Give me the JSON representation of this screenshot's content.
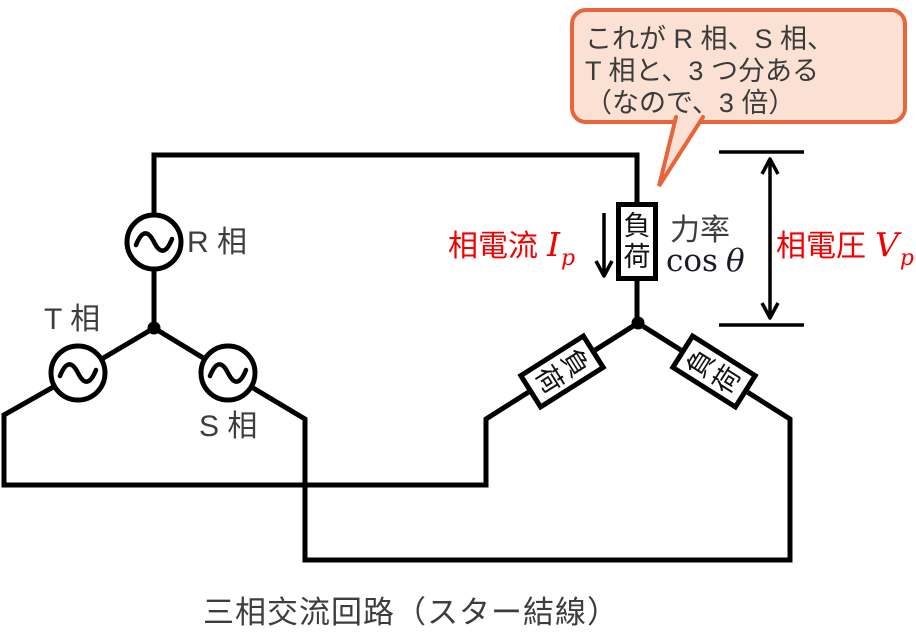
{
  "diagram_title": "三相交流回路（スター結線）",
  "callout": {
    "lines": [
      "これが R 相、S 相、",
      "T 相と、3 つ分ある",
      "（なので、3 倍）"
    ]
  },
  "sources": {
    "r_label": "R 相",
    "t_label": "T 相",
    "s_label": "S 相"
  },
  "loads": {
    "top": "負荷",
    "left": "負荷",
    "right": "負荷"
  },
  "annotations": {
    "phase_current": {
      "label": "相電流",
      "symbol": "I",
      "subscript": "p"
    },
    "power_factor": {
      "label": "力率",
      "function": "cos",
      "angle": "θ"
    },
    "phase_voltage": {
      "label": "相電圧",
      "symbol": "V",
      "subscript": "p"
    }
  },
  "icons": {
    "ac_source": "ac-source-sine-icon",
    "current_arrow": "current-direction-arrow-icon",
    "voltage_dimension": "dimension-double-arrow-icon"
  },
  "colors": {
    "wire": "#000000",
    "text_gray": "#3d3d3d",
    "accent_red": "#f40000",
    "callout_border": "#e8643a",
    "callout_fill": "#fbe1d3",
    "math_dark": "#1a1a24"
  }
}
